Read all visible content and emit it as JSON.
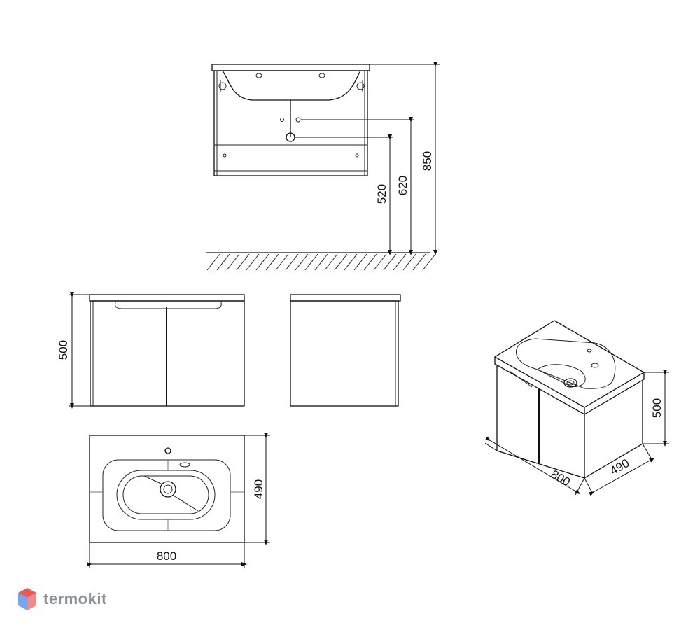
{
  "dimensions": {
    "height_total": "850",
    "height_620": "620",
    "height_520": "520",
    "front_height": "500",
    "depth": "490",
    "width": "800",
    "iso_height": "500",
    "iso_width": "800",
    "iso_depth": "490"
  },
  "logo": {
    "text": "termokit"
  },
  "colors": {
    "line": "#111111",
    "logo_red": "#e85a5a",
    "logo_blue": "#5a8ae8",
    "logo_text": "#8a8f96"
  }
}
